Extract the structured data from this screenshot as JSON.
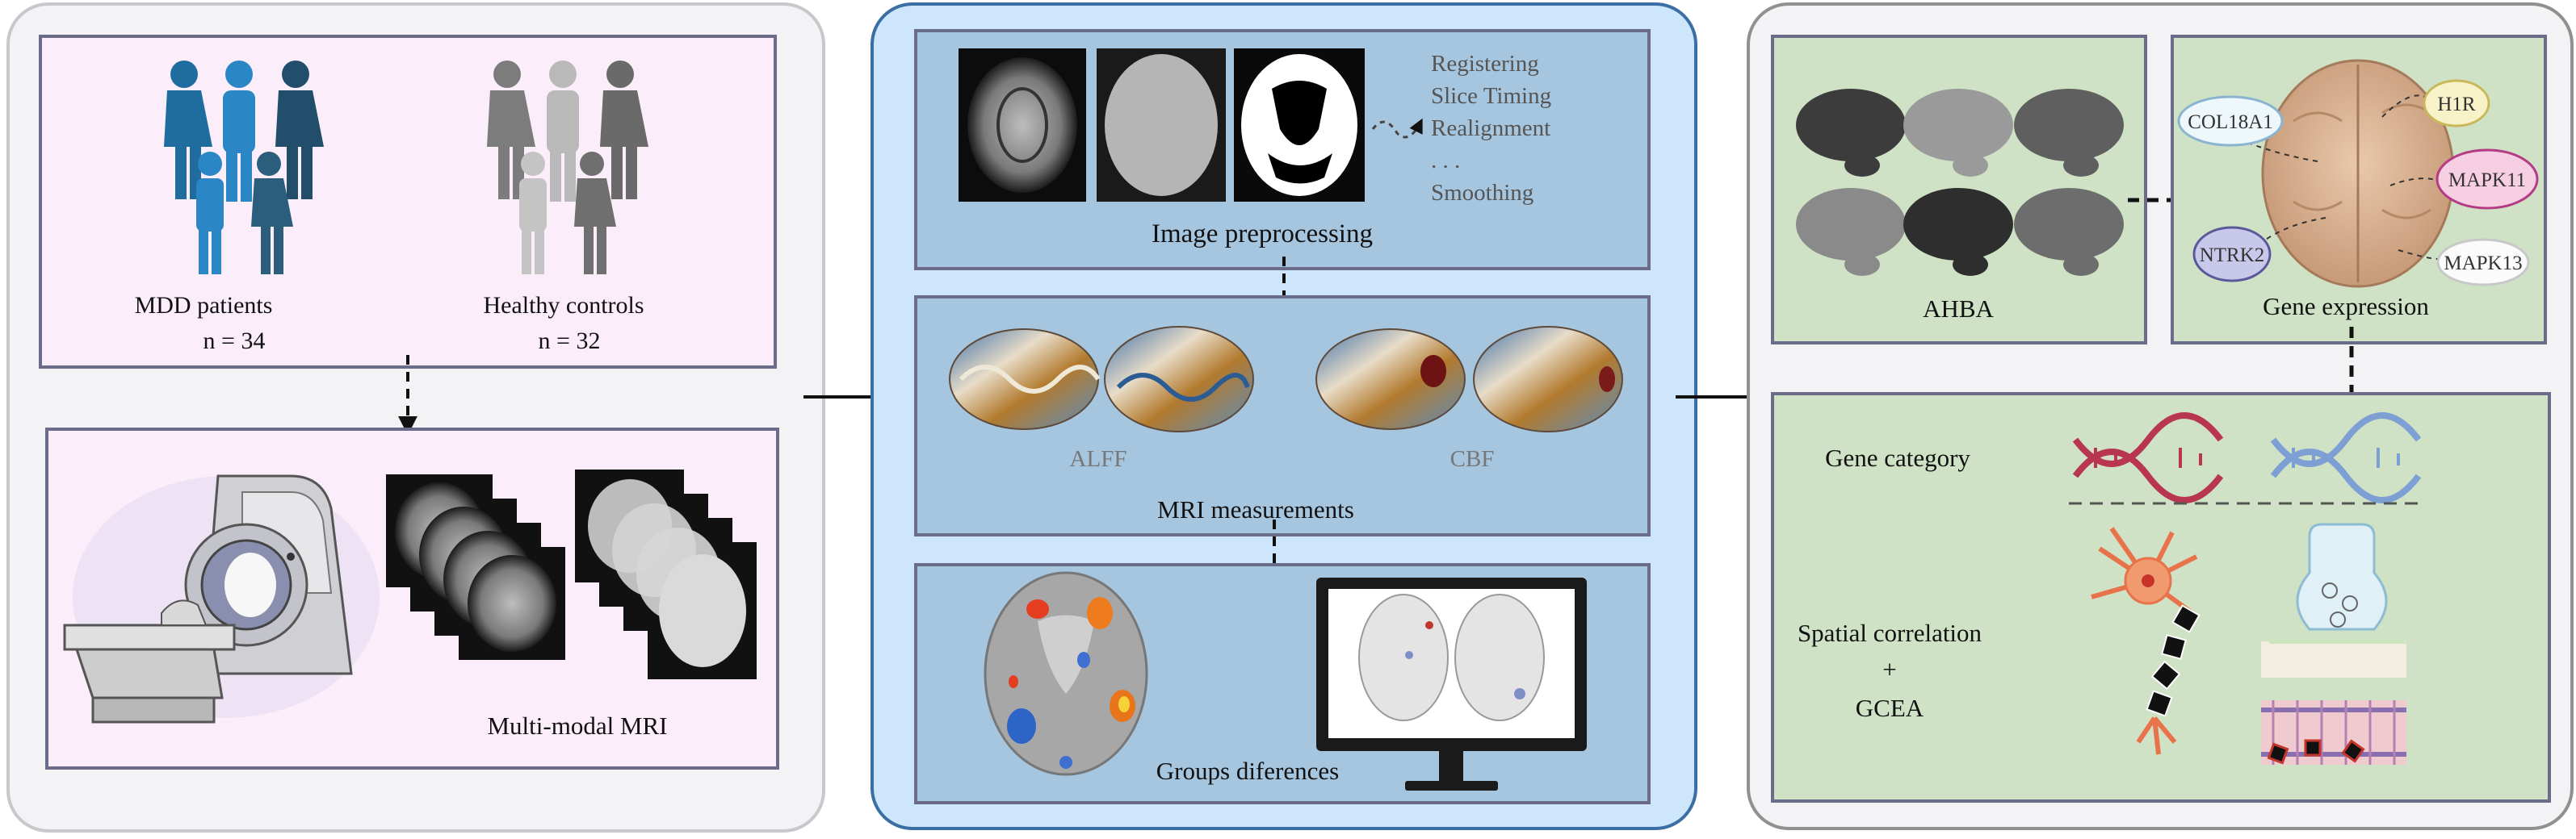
{
  "panel1": {
    "groups": [
      {
        "label": "MDD patients",
        "n": "n = 34"
      },
      {
        "label": "Healthy controls",
        "n": "n = 32"
      }
    ],
    "mri_caption": "Multi-modal MRI"
  },
  "panel2": {
    "steps": [
      "Registering",
      "Slice Timing",
      "Realignment",
      ". . .",
      "Smoothing"
    ],
    "preprocessing_caption": "Image preprocessing",
    "measure_labels": [
      "ALFF",
      "CBF"
    ],
    "measurements_caption": "MRI measurements",
    "differences_caption": "Groups diferences"
  },
  "panel3": {
    "ahba_caption": "AHBA",
    "genes": [
      "COL18A1",
      "H1R",
      "MAPK11",
      "NTRK2",
      "MAPK13"
    ],
    "gene_expression_caption": "Gene expression",
    "gene_category": "Gene category",
    "spatial_lines": [
      "Spatial correlation",
      "+",
      "GCEA"
    ]
  },
  "colors": {
    "panel_bg": "#f3f3f5",
    "pink_box": "#fbeefa",
    "blue_panel": "#cde6fb",
    "blue_box": "#a6c6e0",
    "green_box": "#cfe2c5",
    "box_border": "#6b6b8a",
    "patients_blue": "#2a86c4",
    "controls_gray": "#8a8a8a"
  }
}
